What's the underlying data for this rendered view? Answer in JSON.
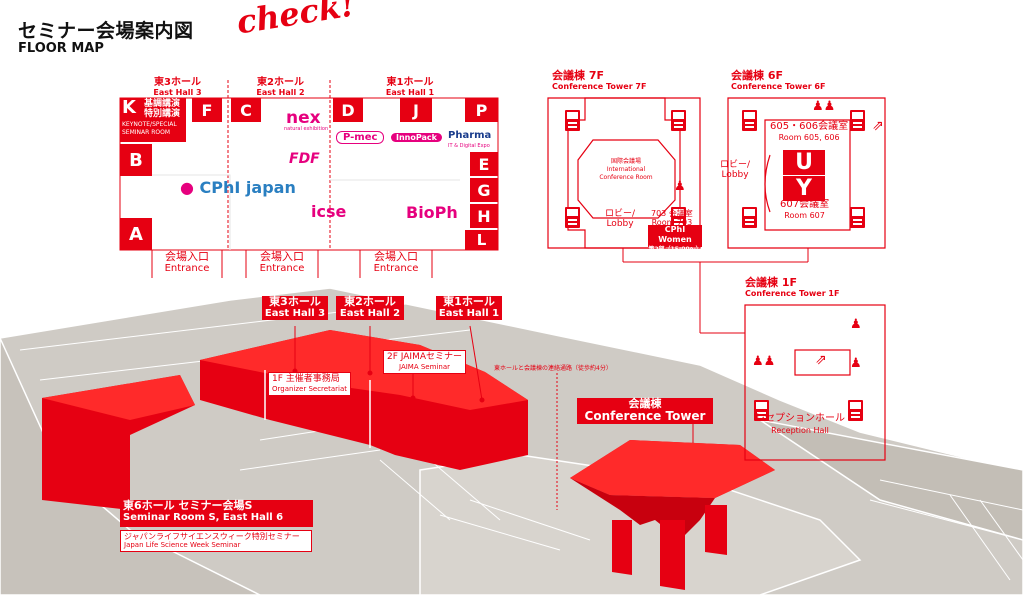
{
  "header": {
    "title_jp": "セミナー会場案内図",
    "title_en": "FLOOR MAP",
    "check": "check!"
  },
  "halls_top": [
    {
      "jp": "東3ホール",
      "en": "East Hall 3"
    },
    {
      "jp": "東2ホール",
      "en": "East Hall 2"
    },
    {
      "jp": "東1ホール",
      "en": "East Hall 1"
    }
  ],
  "zones": {
    "K": "K",
    "F": "F",
    "C": "C",
    "D": "D",
    "J": "J",
    "P": "P",
    "B": "B",
    "E": "E",
    "G": "G",
    "H": "H",
    "A": "A",
    "L": "L"
  },
  "keynote": {
    "jp1": "基調講演",
    "jp2": "特別講演",
    "en1": "KEYNOTE/SPECIAL",
    "en2": "SEMINAR ROOM"
  },
  "exhibits": {
    "cphi": "CPhI japan",
    "nex": "nex",
    "nex_sub": "natural exhibition",
    "fdf": "FDF",
    "pmec": "P-mec",
    "innopack": "InnoPack",
    "pharma": "Pharma",
    "pharma_sub": "IT & Digital Expo",
    "icse": "icse",
    "bioph": "BioPh"
  },
  "entrances": [
    {
      "jp": "会場入口",
      "en": "Entrance"
    },
    {
      "jp": "会場入口",
      "en": "Entrance"
    },
    {
      "jp": "会場入口",
      "en": "Entrance"
    }
  ],
  "tower7": {
    "jp": "会議棟 7F",
    "en": "Conference Tower 7F",
    "room_jp": "国際会議場",
    "room_en1": "International",
    "room_en2": "Conference Room",
    "lobby_jp": "ロビー/",
    "lobby_en": "Lobby",
    "r703_jp": "703 会議室",
    "r703_en": "Room 703",
    "cphi_women": "CPhI Women",
    "cphi_women_sub": "第2部（15:00～）"
  },
  "tower6": {
    "jp": "会議棟 6F",
    "en": "Conference Tower 6F",
    "lobby_jp": "ロビー/",
    "lobby_en": "Lobby",
    "r605_jp": "605・606会議室",
    "r605_en": "Room 605, 606",
    "u": "U",
    "y": "Y",
    "r607_jp": "607会議室",
    "r607_en": "Room 607"
  },
  "tower1": {
    "jp": "会議棟 1F",
    "en": "Conference Tower 1F",
    "reception_jp": "レセプションホール",
    "reception_en": "Reception Hall"
  },
  "map3d": {
    "hall3": {
      "jp": "東3ホール",
      "en": "East Hall 3"
    },
    "hall2": {
      "jp": "東2ホール",
      "en": "East Hall 2"
    },
    "hall1": {
      "jp": "東1ホール",
      "en": "East Hall 1"
    },
    "jaima_jp": "2F JAIMAセミナー",
    "jaima_en": "JAIMA Seminar",
    "org_jp": "1F 主催者事務局",
    "org_en": "Organizer Secretariat",
    "passage": "東ホールと会議棟の連絡通路（徒歩約4分）",
    "tower_jp": "会議棟",
    "tower_en": "Conference Tower",
    "hall6_jp": "東6ホール セミナー会場S",
    "hall6_en": "Seminar Room S, East Hall 6",
    "jlsw_jp": "ジャパンライフサイエンスウィーク特別セミナー",
    "jlsw_en": "Japan Life Science Week Seminar"
  },
  "colors": {
    "accent": "#e60012",
    "ground": "#cfcbc5",
    "ground_dark": "#b7b1a9"
  }
}
